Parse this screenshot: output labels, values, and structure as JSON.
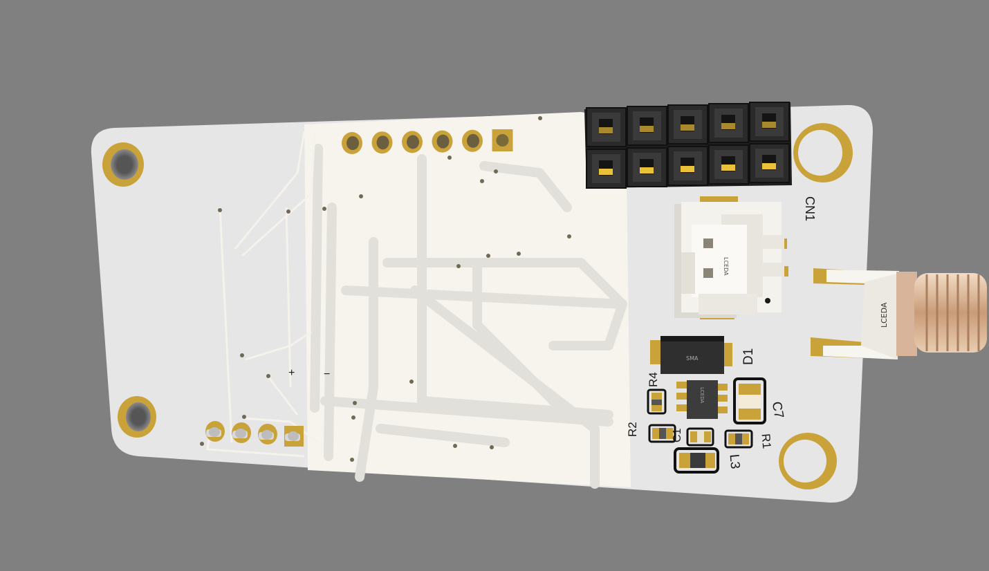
{
  "viewer": {
    "background_color": "#808080"
  },
  "board": {
    "colors": {
      "substrate": "#e6e6e6",
      "copper_pour": "#f6f4ec",
      "gold": "#c9a33a",
      "header_plastic": "#2a2a2a",
      "connector_body": "#f4f2ec",
      "coax_metal": "#e2c2a2"
    },
    "silkscreen": {
      "cn1": "CN1",
      "d1": "D1",
      "r4": "R4",
      "c7": "C7",
      "r2": "R2",
      "c1": "C1",
      "r1": "R1",
      "l3": "L3",
      "plus": "+",
      "minus": "−",
      "connector_mark": "LCEDA",
      "antenna_mark": "LCEDA",
      "diode_mark": "SMA",
      "ic_mark": "LCEDA"
    },
    "components": {
      "header": {
        "ref": "CN1",
        "rows": 2,
        "cols": 5,
        "icon": "pin-header-icon"
      },
      "top_pin_row": {
        "pins": 6
      },
      "bottom_pin_row": {
        "pins": 4
      },
      "mounting_holes": 4
    }
  }
}
